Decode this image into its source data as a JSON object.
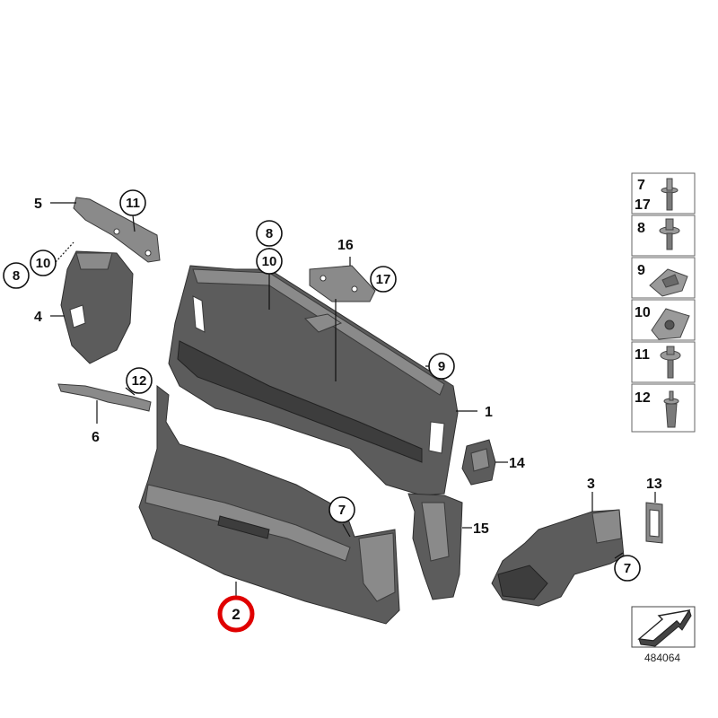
{
  "callouts": {
    "c1": "1",
    "c2": "2",
    "c3": "3",
    "c4": "4",
    "c5": "5",
    "c6": "6",
    "c7a": "7",
    "c7b": "7",
    "c8a": "8",
    "c8b": "8",
    "c9": "9",
    "c10a": "10",
    "c10b": "10",
    "c11": "11",
    "c12": "12",
    "c13": "13",
    "c14": "14",
    "c15": "15",
    "c16": "16",
    "c17": "17"
  },
  "legend": {
    "row1_top": "7",
    "row1_bottom": "17",
    "row2": "8",
    "row3": "9",
    "row4": "10",
    "row5": "11",
    "row6": "12"
  },
  "reference_number": "484064",
  "colors": {
    "highlight": "#e00000",
    "part_fill": "#5c5c5c"
  }
}
